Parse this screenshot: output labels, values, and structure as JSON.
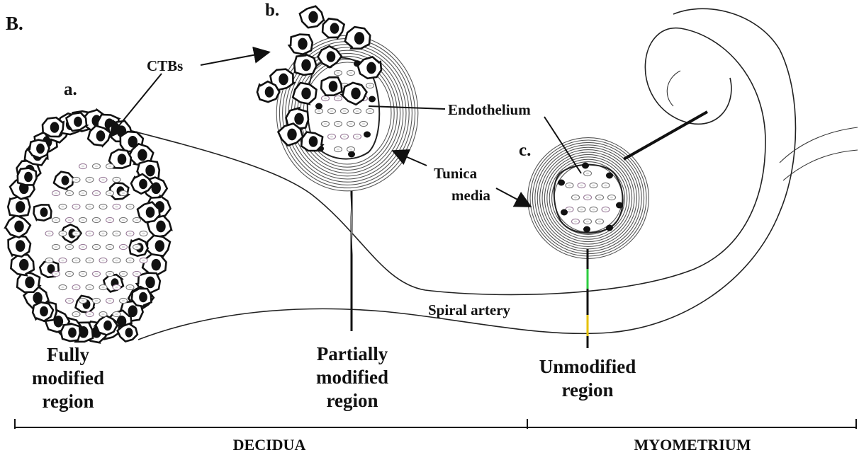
{
  "figure": {
    "panel_letter": "B.",
    "sub_labels": {
      "a": "a.",
      "b": "b.",
      "c": "c."
    },
    "callouts": {
      "ctbs": "CTBs",
      "endothelium": "Endothelium",
      "tunica_media_line1": "Tunica",
      "tunica_media_line2": "media",
      "spiral_artery": "Spiral artery"
    },
    "regions": {
      "fully": [
        "Fully",
        "modified",
        "region"
      ],
      "partially": [
        "Partially",
        "modified",
        "region"
      ],
      "unmodified": [
        "Unmodified",
        "region"
      ]
    },
    "axis": {
      "left": "DECIDUA",
      "right": "MYOMETRIUM"
    },
    "colors": {
      "ink": "#111111",
      "rbc_outline": "#777777",
      "rbc_tint": "#9a7d9a",
      "accent_green": "#2ecc40",
      "accent_yellow": "#e6c200"
    }
  }
}
